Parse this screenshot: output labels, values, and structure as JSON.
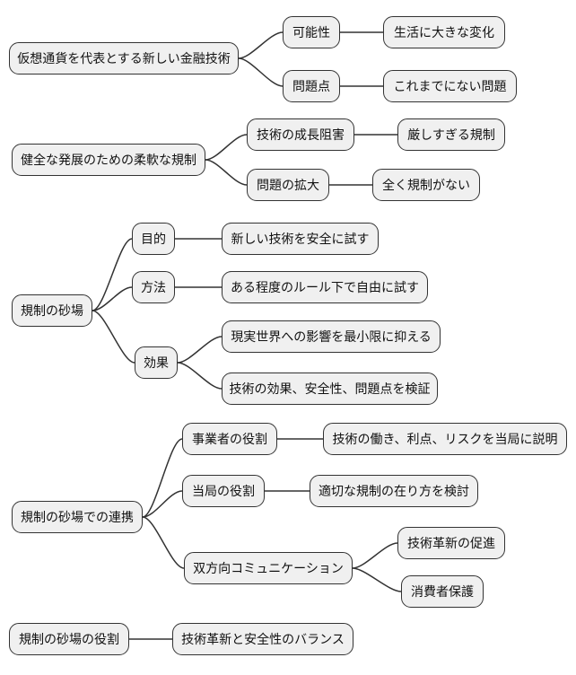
{
  "colors": {
    "background": "#ffffff",
    "node_fill": "#f0f0f0",
    "node_border": "#333333",
    "connector": "#333333",
    "text": "#111111"
  },
  "mindmap": {
    "trees": [
      {
        "root": {
          "label": "仮想通貨を代表とする新しい金融技術"
        },
        "branches": [
          {
            "label": "可能性",
            "children": [
              {
                "label": "生活に大きな変化"
              }
            ]
          },
          {
            "label": "問題点",
            "children": [
              {
                "label": "これまでにない問題"
              }
            ]
          }
        ]
      },
      {
        "root": {
          "label": "健全な発展のための柔軟な規制"
        },
        "branches": [
          {
            "label": "技術の成長阻害",
            "children": [
              {
                "label": "厳しすぎる規制"
              }
            ]
          },
          {
            "label": "問題の拡大",
            "children": [
              {
                "label": "全く規制がない"
              }
            ]
          }
        ]
      },
      {
        "root": {
          "label": "規制の砂場"
        },
        "branches": [
          {
            "label": "目的",
            "children": [
              {
                "label": "新しい技術を安全に試す"
              }
            ]
          },
          {
            "label": "方法",
            "children": [
              {
                "label": "ある程度のルール下で自由に試す"
              }
            ]
          },
          {
            "label": "効果",
            "children": [
              {
                "label": "現実世界への影響を最小限に抑える"
              },
              {
                "label": "技術の効果、安全性、問題点を検証"
              }
            ]
          }
        ]
      },
      {
        "root": {
          "label": "規制の砂場での連携"
        },
        "branches": [
          {
            "label": "事業者の役割",
            "children": [
              {
                "label": "技術の働き、利点、リスクを当局に説明"
              }
            ]
          },
          {
            "label": "当局の役割",
            "children": [
              {
                "label": "適切な規制の在り方を検討"
              }
            ]
          },
          {
            "label": "双方向コミュニケーション",
            "children": [
              {
                "label": "技術革新の促進"
              },
              {
                "label": "消費者保護"
              }
            ]
          }
        ]
      },
      {
        "root": {
          "label": "規制の砂場の役割"
        },
        "branches": [
          {
            "label": "技術革新と安全性のバランス",
            "children": []
          }
        ]
      }
    ]
  }
}
